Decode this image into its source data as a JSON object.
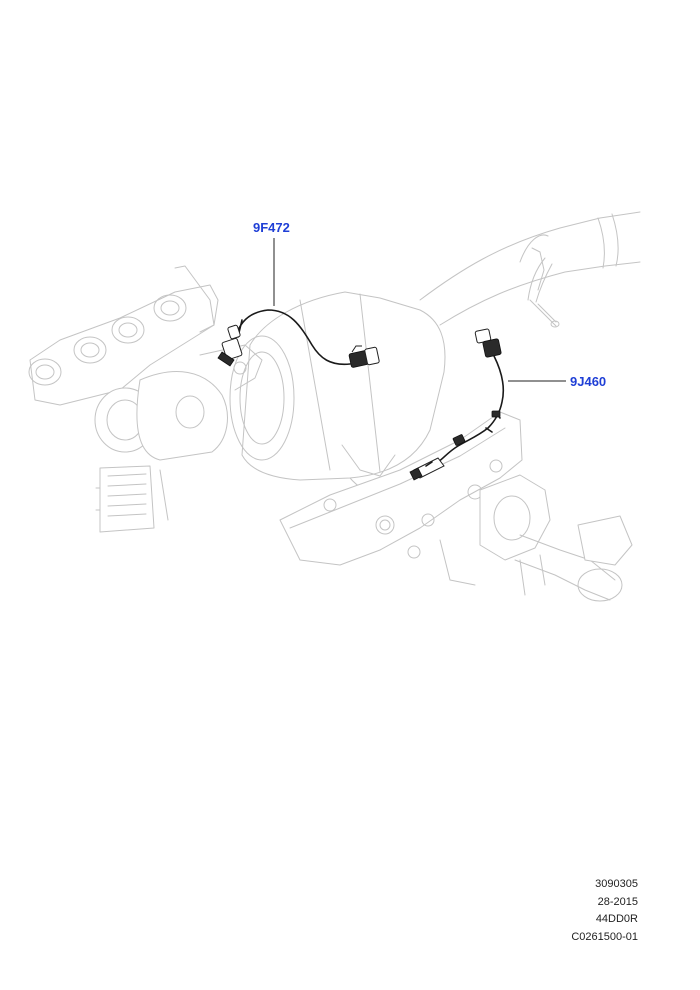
{
  "callouts": {
    "part_a": "9F472",
    "part_b": "9J460"
  },
  "stamp": {
    "line1": "3090305",
    "line2": "28-2015",
    "line3": "44DD0R",
    "line4": "C0261500-01"
  },
  "colors": {
    "callout_text": "#1f3fd6",
    "harness": "#1a1a1a",
    "background_parts": "#c4c4c4"
  }
}
